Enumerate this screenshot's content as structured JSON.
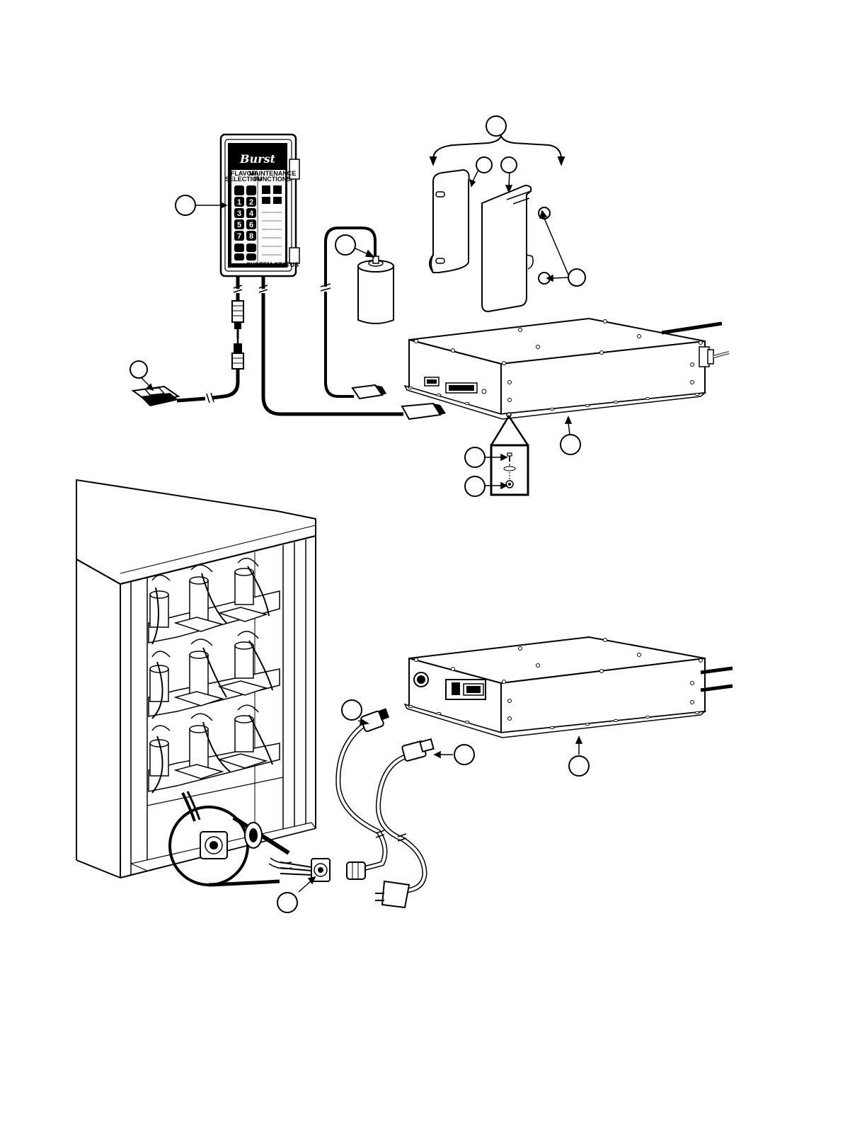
{
  "figure": {
    "colors": {
      "ink": "#000000",
      "paper": "#ffffff",
      "shade": "#e6e6e6"
    }
  },
  "keypad": {
    "logo_text": "Burst",
    "left_header": "FLAVOR\nSELECTION",
    "right_header": "MAINTENANCE\nFUNCTIONS",
    "footer_text": "SYSTEM STATUS",
    "keys": [
      "1",
      "2",
      "3",
      "4",
      "5",
      "6",
      "7",
      "8"
    ]
  },
  "callouts": [
    {
      "id": "callout-keypad",
      "text": ""
    },
    {
      "id": "callout-sensor",
      "text": ""
    },
    {
      "id": "callout-bracket-group",
      "text": ""
    },
    {
      "id": "callout-bracket-left",
      "text": ""
    },
    {
      "id": "callout-bracket-right",
      "text": ""
    },
    {
      "id": "callout-plugs",
      "text": ""
    },
    {
      "id": "callout-foot-switch",
      "text": ""
    },
    {
      "id": "callout-controller-upper",
      "text": ""
    },
    {
      "id": "callout-screw",
      "text": ""
    },
    {
      "id": "callout-nut",
      "text": ""
    },
    {
      "id": "callout-harness-connector",
      "text": ""
    },
    {
      "id": "callout-power-cord",
      "text": ""
    },
    {
      "id": "callout-controller-lower",
      "text": ""
    },
    {
      "id": "callout-cabinet-connector",
      "text": ""
    }
  ]
}
